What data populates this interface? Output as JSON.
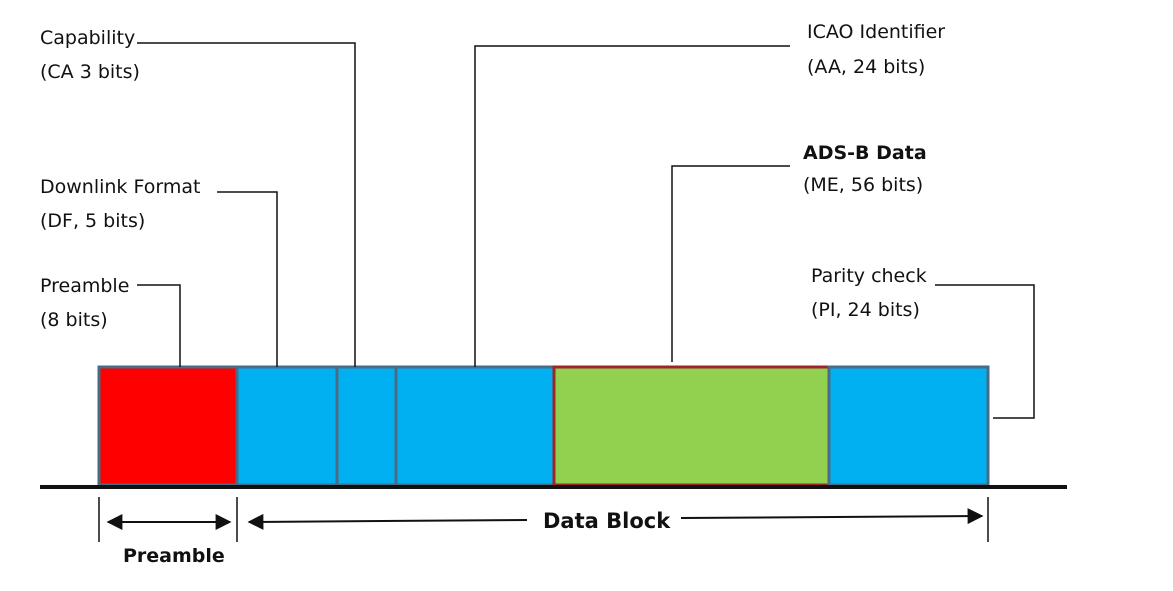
{
  "colors": {
    "preamble_fill": "#ff0000",
    "field_fill": "#00b0f0",
    "data_fill": "#92d050",
    "data_border": "#a0252a",
    "field_border": "#4a6b86",
    "line": "#111111"
  },
  "segments": [
    {
      "id": "preamble",
      "fill": "preamble_fill"
    },
    {
      "id": "downlink-format",
      "fill": "field_fill"
    },
    {
      "id": "capability",
      "fill": "field_fill"
    },
    {
      "id": "icao",
      "fill": "field_fill"
    },
    {
      "id": "ads-b-data",
      "fill": "data_fill"
    },
    {
      "id": "parity",
      "fill": "field_fill"
    }
  ],
  "labels": {
    "capability": {
      "line1": "Capability",
      "line2": "(CA 3 bits)"
    },
    "downlink": {
      "line1": "Downlink Format",
      "line2": "(DF, 5 bits)"
    },
    "preamble": {
      "line1": "Preamble",
      "line2": "(8 bits)"
    },
    "icao": {
      "line1": "ICAO Identifier",
      "line2": "(AA, 24 bits)"
    },
    "adsb": {
      "line1": "ADS-B Data",
      "line2": "(ME, 56 bits)"
    },
    "parity": {
      "line1": "Parity check",
      "line2": "(PI, 24 bits)"
    }
  },
  "bottom": {
    "preamble": "Preamble",
    "data_block": "Data Block"
  }
}
